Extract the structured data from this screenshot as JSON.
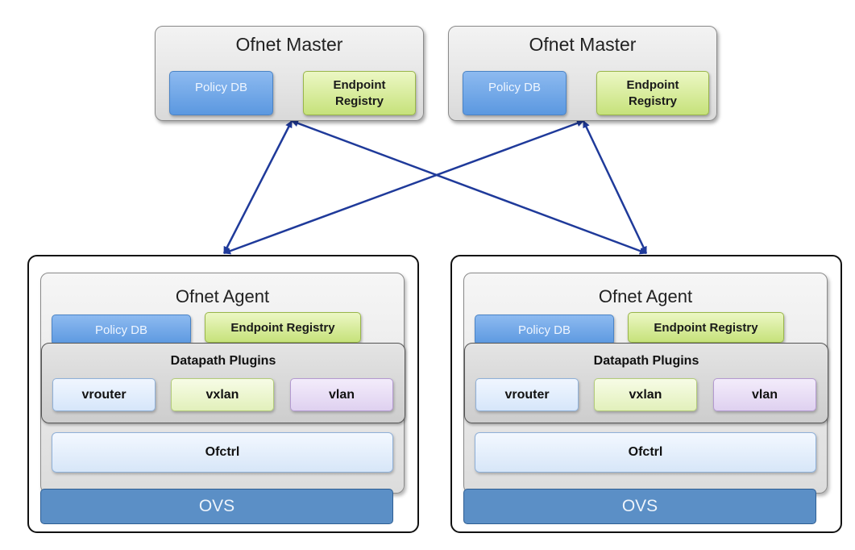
{
  "masters": [
    {
      "title": "Ofnet Master",
      "policy": "Policy DB",
      "registry_line1": "Endpoint",
      "registry_line2": "Registry"
    },
    {
      "title": "Ofnet Master",
      "policy": "Policy DB",
      "registry_line1": "Endpoint",
      "registry_line2": "Registry"
    }
  ],
  "hosts": [
    {
      "agent_title": "Ofnet Agent",
      "policy": "Policy DB",
      "registry": "Endpoint Registry",
      "plugins_title": "Datapath Plugins",
      "plugins": [
        "vrouter",
        "vxlan",
        "vlan"
      ],
      "ofctrl": "Ofctrl",
      "ovs": "OVS"
    },
    {
      "agent_title": "Ofnet Agent",
      "policy": "Policy DB",
      "registry": "Endpoint Registry",
      "plugins_title": "Datapath Plugins",
      "plugins": [
        "vrouter",
        "vxlan",
        "vlan"
      ],
      "ofctrl": "Ofctrl",
      "ovs": "OVS"
    }
  ],
  "colors": {
    "link": "#1f3a9a",
    "policy_db": "#5b98e0",
    "endpoint_registry": "#c6e27b",
    "ovs": "#5b8fc6"
  }
}
